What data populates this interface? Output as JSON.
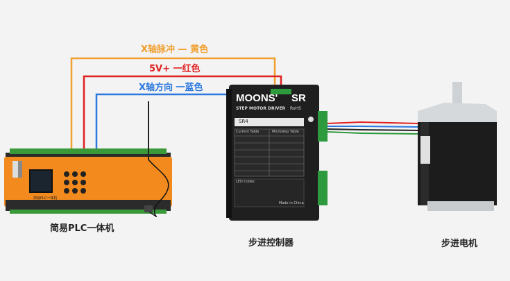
{
  "wire_labels": {
    "x_pulse": "X轴脉冲 — 黄色",
    "power": "5V+ 一红色",
    "x_dir": "X轴方向 一蓝色"
  },
  "colors": {
    "yellow_wire": "#f0a030",
    "red_wire": "#e02020",
    "blue_wire": "#2a78e0",
    "plc_body": "#f28a1e"
  },
  "captions": {
    "plc": "简易PLC一体机",
    "driver": "步进控制器",
    "motor": "步进电机"
  },
  "driver_panel": {
    "brand": "MOONS'",
    "model": "SR",
    "subtitle": "STEP MOTOR DRIVER",
    "rohs": "RoHS",
    "label": "SR4",
    "current_table": "Current Table",
    "microstep_table": "Microstep Table",
    "led_codes": "LED Codes",
    "made_in": "Made in China"
  },
  "plc_panel": {
    "label": "简易PLC一体机"
  }
}
